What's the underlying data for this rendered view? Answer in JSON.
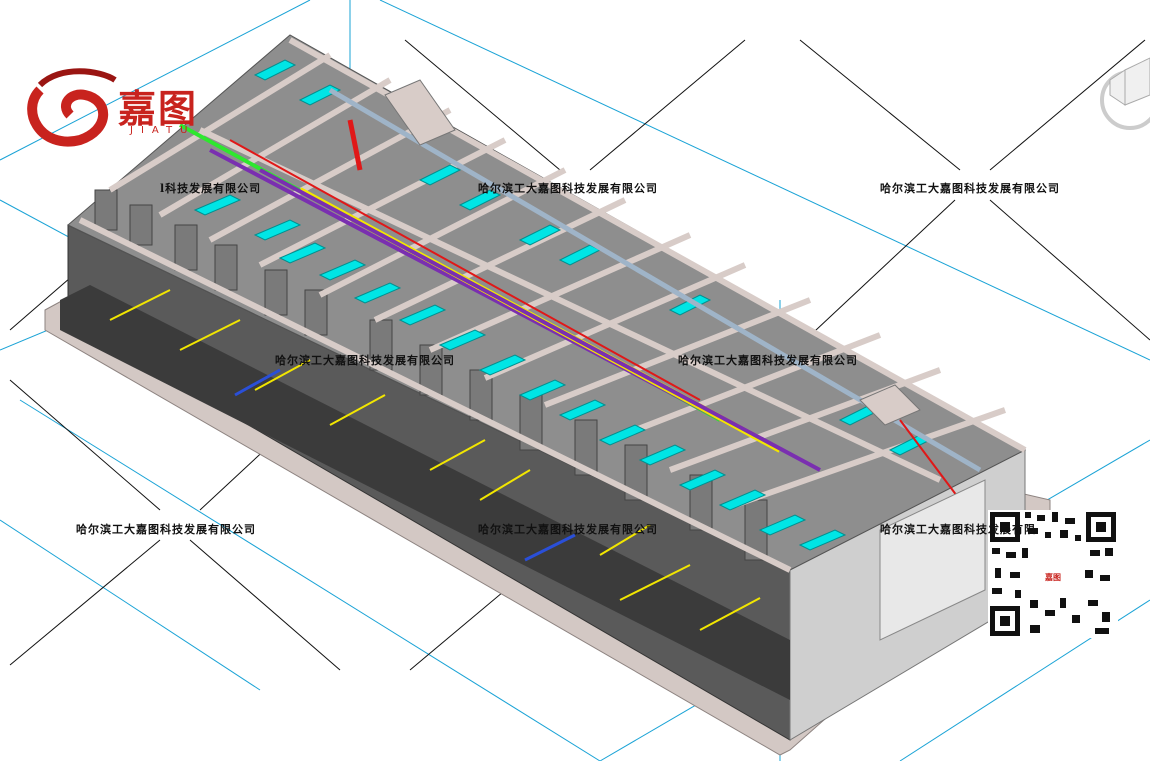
{
  "brand": {
    "logo_text": "嘉图",
    "logo_sub": "JIATU",
    "accent_color": "#c8231e"
  },
  "watermarks": [
    "l科技发展有限公司",
    "哈尔滨工大嘉图科技发展有限公司",
    "哈尔滨工大嘉图科技发展有限公司",
    "哈尔滨工大嘉图科技发展有限公司",
    "哈尔滨工大嘉图科技发展有限公司",
    "哈尔滨工大嘉图科技发展有限公司",
    "哈尔滨工大嘉图科技发展有限公司",
    "哈尔滨工大嘉图科技发展有限"
  ],
  "qr": {
    "label": "嘉图",
    "icon": "qr-code-icon"
  },
  "view_cube": {
    "icon": "view-cube-icon"
  },
  "colors": {
    "duct": "#00e5e5",
    "pipe_green": "#2ee82e",
    "pipe_yellow": "#f2e600",
    "pipe_purple": "#7a2fb0",
    "pipe_red": "#e01818",
    "pipe_blue": "#2a4fd8",
    "wall": "#d8ccc8",
    "floor": "#8c8c8c",
    "facade": "#5b5b5b"
  }
}
